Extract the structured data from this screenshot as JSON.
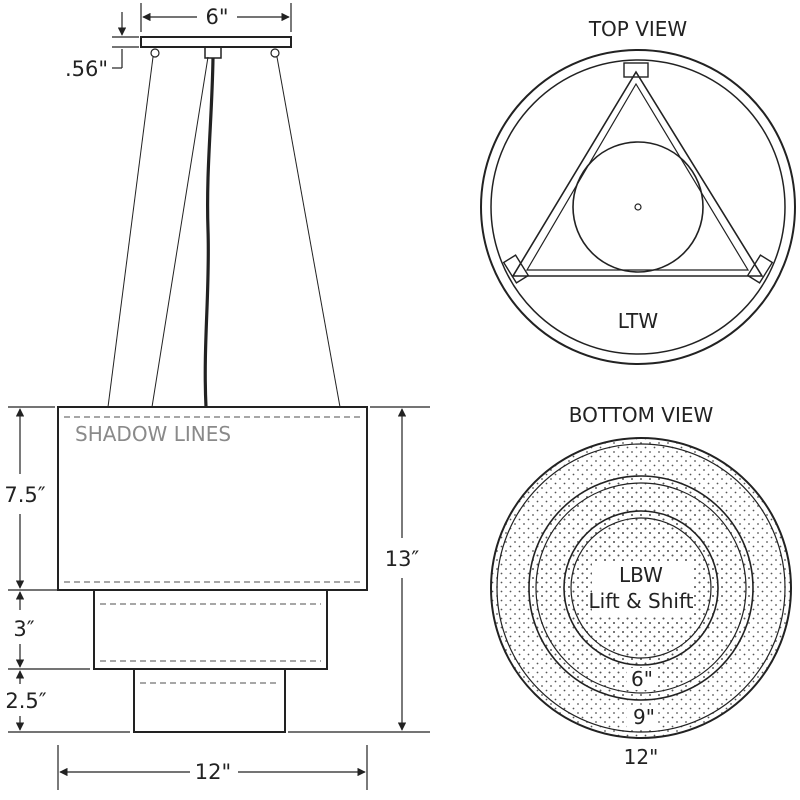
{
  "side_view": {
    "canopy_width": "6\"",
    "canopy_height": ".56\"",
    "shadow_lines": "SHADOW LINES",
    "tier1_height": "7.5″",
    "tier2_height": "3″",
    "tier3_height": "2.5″",
    "overall_height": "13″",
    "overall_width": "12\""
  },
  "top_view": {
    "title": "TOP VIEW",
    "label": "LTW"
  },
  "bottom_view": {
    "title": "BOTTOM VIEW",
    "label_line1": "LBW",
    "label_line2": "Lift & Shift",
    "ring_inner": "6\"",
    "ring_middle": "9\"",
    "ring_outer": "12\""
  },
  "colors": {
    "line": "#222222",
    "shadow_line": "#8a8a8a",
    "dots": "#555555"
  }
}
